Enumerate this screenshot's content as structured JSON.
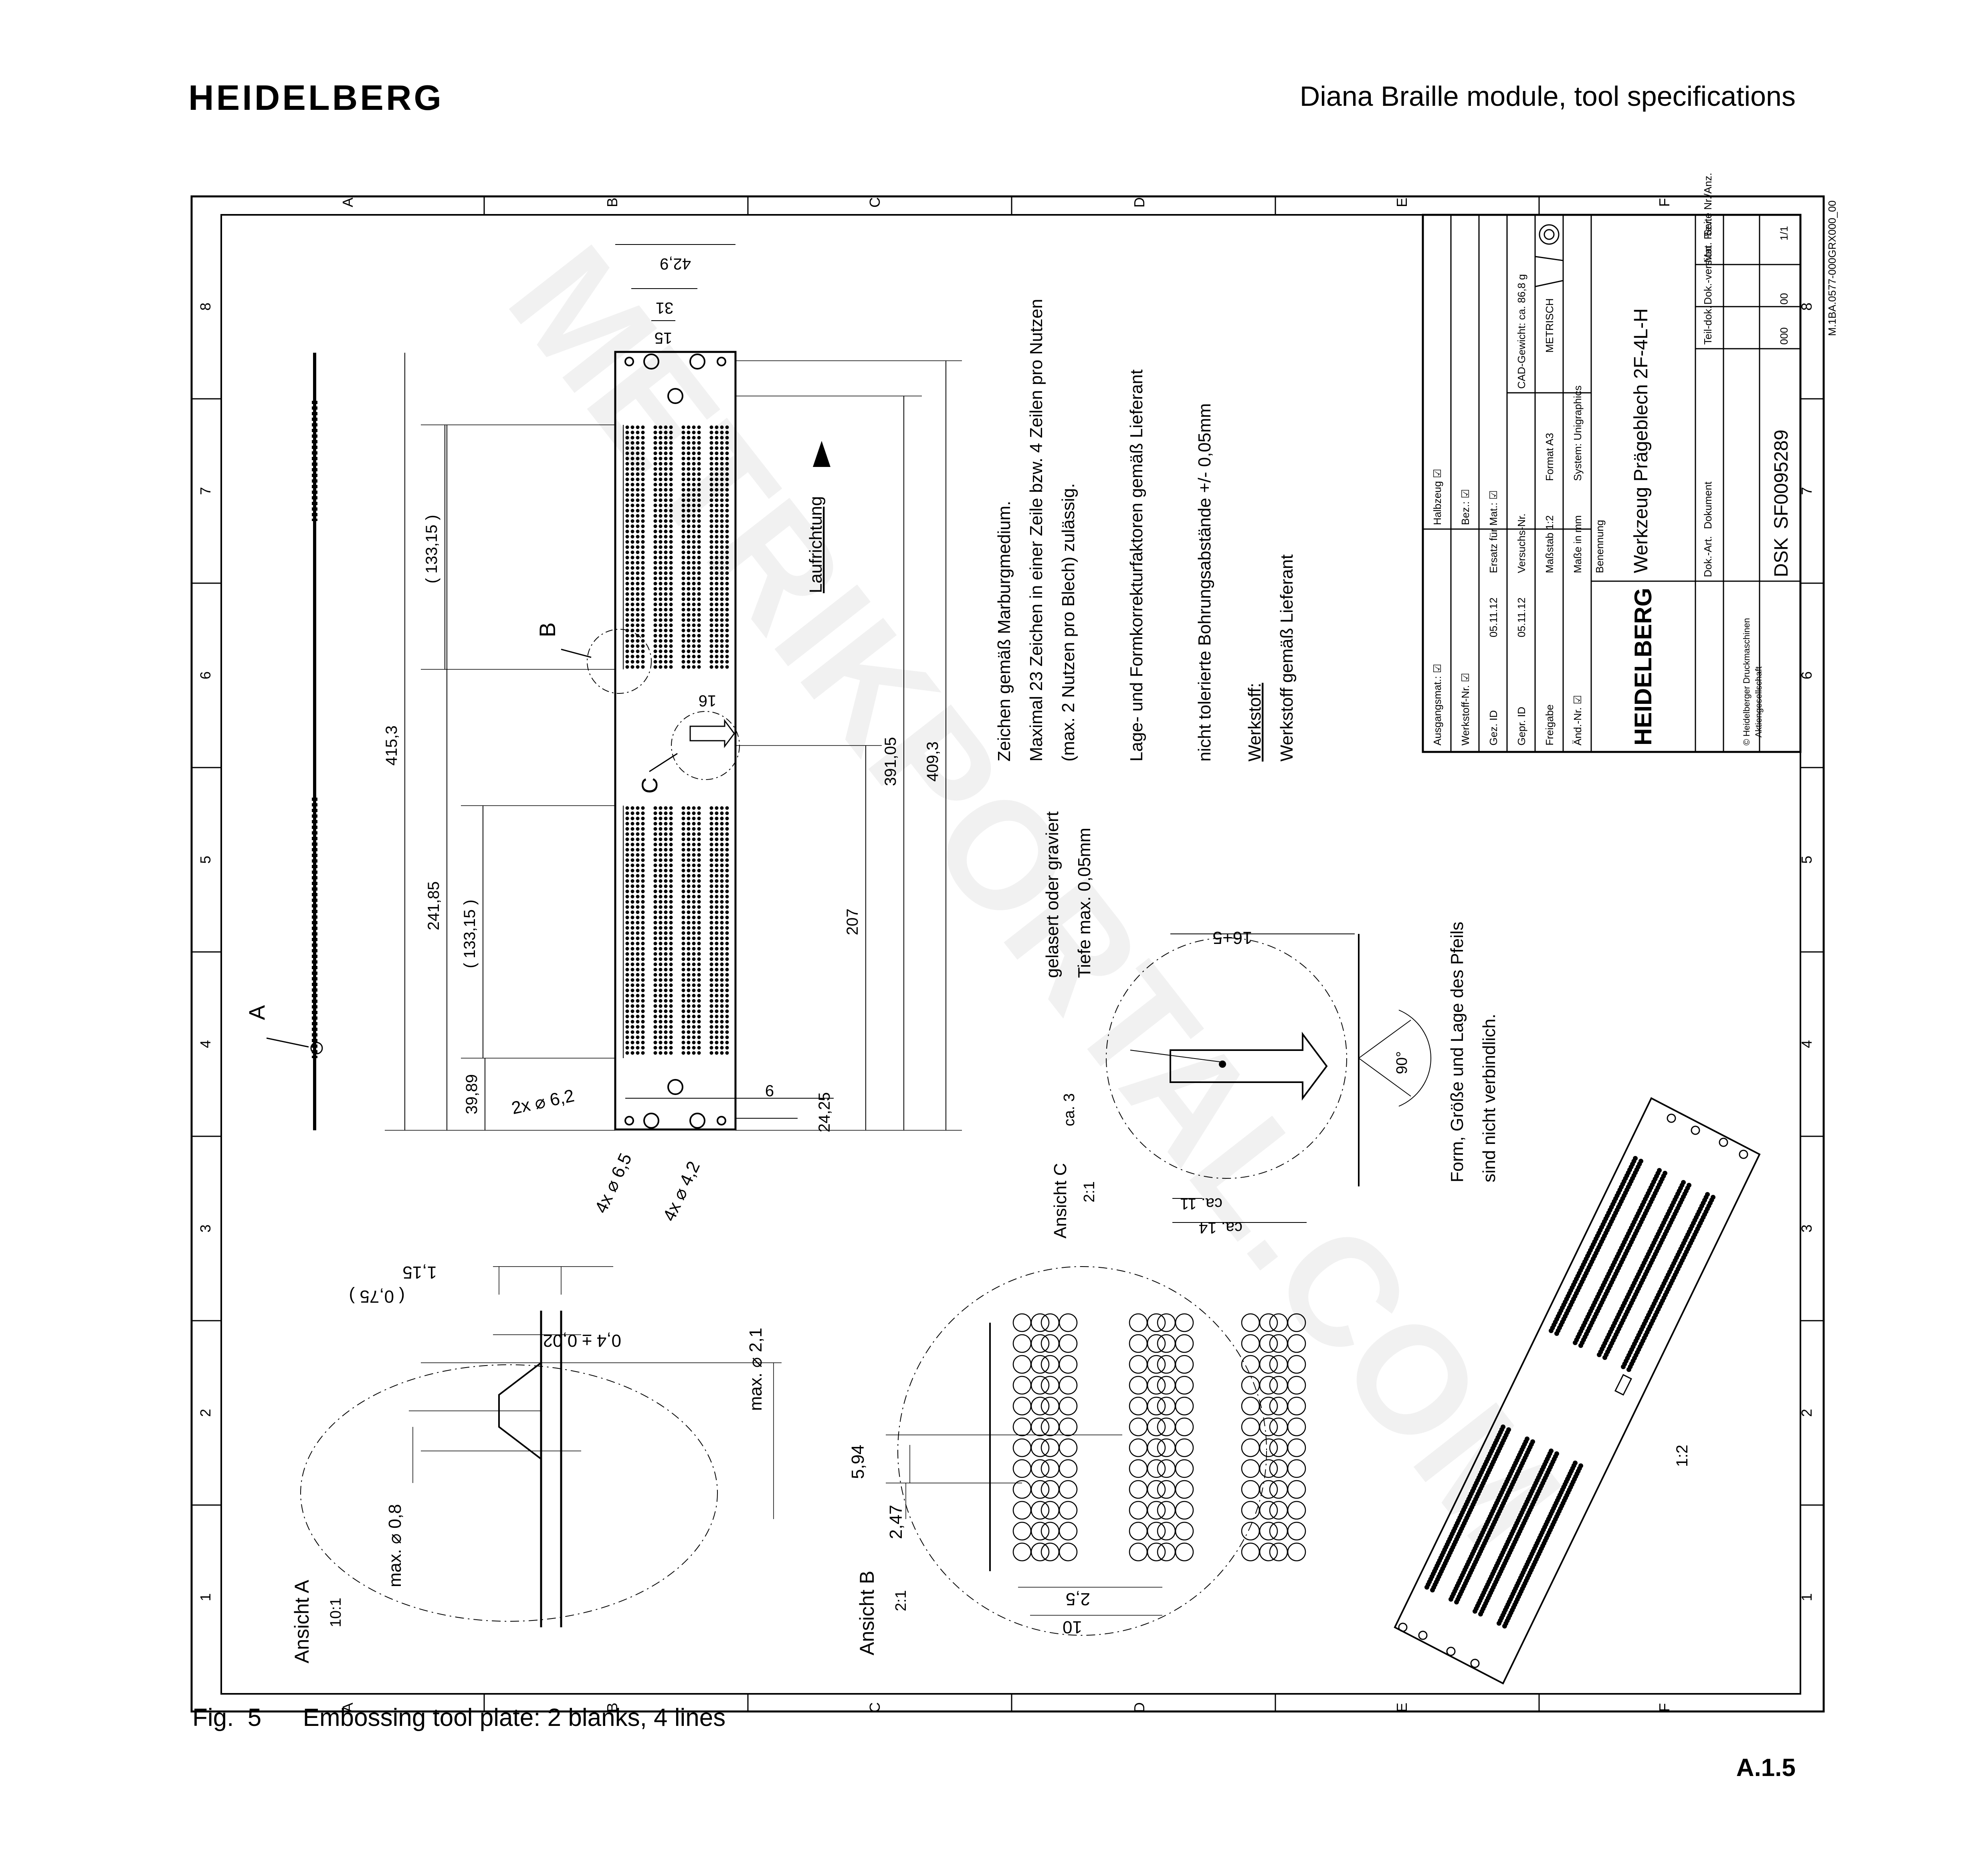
{
  "header": {
    "logo_text": "HEIDELBERG",
    "title": "Diana Braille module, tool specifications"
  },
  "drawing": {
    "border_letters": [
      "A",
      "B",
      "C",
      "D",
      "E",
      "F"
    ],
    "border_numbers": [
      "1",
      "2",
      "3",
      "4",
      "5",
      "6",
      "7",
      "8"
    ],
    "side_ref": "M.1BA.0577-000GRX000_00",
    "watermark": "METRIKPORTAL.COM",
    "dims": {
      "d415": "415,3",
      "d241": "241,85",
      "d39": "39,89",
      "d133a": "( 133,15 )",
      "d133b": "( 133,15 )",
      "d207": "207",
      "d391": "391,05",
      "d409": "409,3",
      "d42": "42,9",
      "d31": "31",
      "d15": "15",
      "d16": "16",
      "d6": "6",
      "d24": "24,25",
      "hole62": "2x ⌀ 6,2",
      "hole65": "4x ⌀ 6,5",
      "hole42": "4x ⌀ 4,2"
    },
    "labels": {
      "laufrichtung": "Laufrichtung",
      "ref_a": "A",
      "ref_b": "B",
      "ref_c": "C"
    },
    "notes": [
      "Zeichen gemäß Marburgmedium.",
      "Maximal 23 Zeichen in einer Zeile bzw. 4 Zeilen pro Nutzen",
      "(max. 2 Nutzen pro Blech) zulässig.",
      "Lage- und Formkorrekturfaktoren gemäß Lieferant",
      "nicht tolerierte Bohrungsabstände +/- 0,05mm",
      "Werkstoff:",
      "Werkstoff gemäß Lieferant"
    ],
    "view_a": {
      "title": "Ansicht A",
      "scale": "10:1",
      "d08": "max. ⌀ 0,8",
      "d21": "max. ⌀ 2,1",
      "d04": "0,4 ± 0,02",
      "d075": "( 0,75 )",
      "d115": "1,15"
    },
    "view_b": {
      "title": "Ansicht B",
      "scale": "2:1",
      "d594": "5,94",
      "d247": "2,47",
      "d25": "2,5",
      "d10": "10"
    },
    "view_c": {
      "title": "Ansicht C",
      "scale": "2:1",
      "laser1": "gelasert oder graviert",
      "laser2": "Tiefe max. 0,05mm",
      "d165": "16+5",
      "d3": "ca. 3",
      "d11": "ca. 11",
      "d14": "ca. 14",
      "d90": "90°"
    },
    "arrow_note": [
      "Form, Größe und Lage des Pfeils",
      "sind nicht verbindlich."
    ],
    "iso_scale": "1:2",
    "title_block": {
      "ausgangsmat": "Ausgangsmat.: ☑",
      "halbzeug": "Halbzeug ☑",
      "werkstoffnr": "Werkstoff-Nr. ☑",
      "bez": "Bez.: ☑",
      "gez": "Gez. ID",
      "gez_date": "05.11.12",
      "ersatz": "Ersatz für Mat.: ☑",
      "gepr": "Gepr. ID",
      "gepr_date": "05.11.12",
      "versuchs": "Versuchs-Nr.",
      "cad": "CAD-Gewicht: ca. 86,8 g",
      "freigabe": "Freigabe",
      "massstab": "Maßstab 1:2",
      "format": "Format A3",
      "metrisch": "METRISCH",
      "aend": "Änd.-Nr. ☑",
      "masse": "Maße in mm",
      "system": "System: Unigraphics",
      "logo": "HEIDELBERG",
      "benennung": "Benennung",
      "name": "Werkzeug Prägeblech 2F-4L-H",
      "copyright": "© Heidelberger Druckmaschinen",
      "ag": "Aktiengesellschaft",
      "dokart_h": "Dok.-Art.",
      "dokart": "DSK",
      "dokument_h": "Dokument",
      "dokument": "SF0095289",
      "teildok_h": "Teil-dok.",
      "teildok": "000",
      "dokversion_h": "Dok.-version",
      "dokversion": "00",
      "mat_h": "Mat. Rev.",
      "seite_h": "Seite Nr./Anz.",
      "seite": "1/1"
    }
  },
  "caption": {
    "fig": "Fig.  5",
    "text": "Embossing tool plate: 2 blanks, 4 lines"
  },
  "page_number": "A.1.5"
}
